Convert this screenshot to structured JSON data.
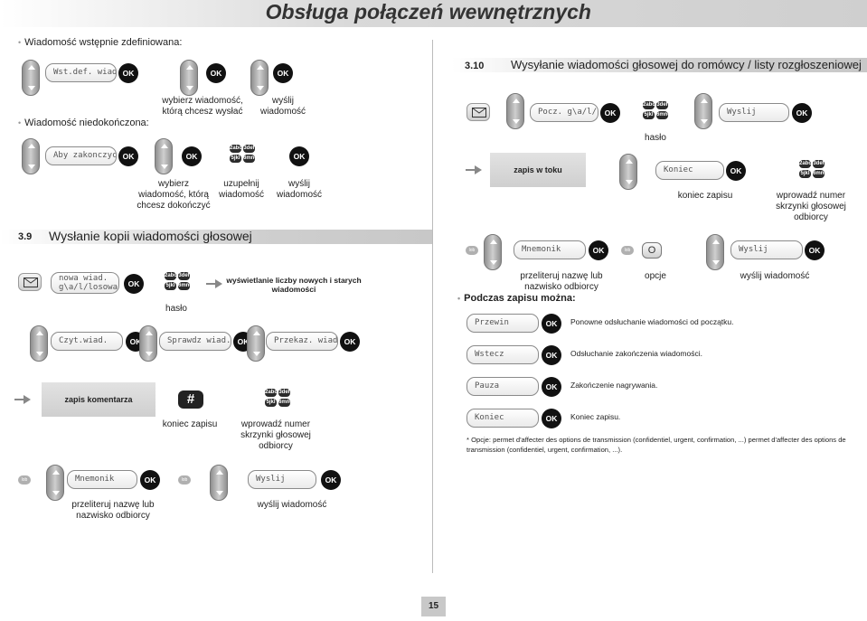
{
  "page_title": "Obsługa połączeń wewnętrznych",
  "left": {
    "predefined": {
      "heading": "Wiadomość wstępnie zdefiniowana:",
      "display": "Wst.def. wiad.",
      "caption_select": "wybierz wiadomość,\nktórą chcesz wysłać",
      "caption_send": "wyślij\nwiadomość"
    },
    "unfinished": {
      "heading": "Wiadomość niedokończona:",
      "display": "Aby zakonczyc",
      "caption_select": "wybierz\nwiadomość, którą\nchcesz dokończyć",
      "caption_complete": "uzupełnij\nwiadomość",
      "caption_send": "wyślij\nwiadomość"
    },
    "section_39": {
      "number": "3.9",
      "title": "Wysłanie kopii wiadomości głosowej",
      "display_1": "nowa wiad.",
      "display_2": "g\\a/l/losowa",
      "caption_password": "hasło",
      "bar_text": "wyświetlanie liczby nowych i starych\nwiadomości",
      "display_read": "Czyt.wiad.",
      "display_check": "Sprawdz wiad.",
      "display_forward": "Przekaz. wiad.",
      "bar_comment": "zapis komentarza",
      "caption_end": "koniec zapisu",
      "caption_mailbox": "wprowadź numer\nskrzynki głosowej\nodbiorcy",
      "display_memo": "Mnemonik",
      "display_send": "Wyslij",
      "caption_scroll": "przeliteruj nazwę lub\nnazwisko odbiorcy",
      "caption_send": "wyślij wiadomość"
    }
  },
  "right": {
    "section_310": {
      "number": "3.10",
      "title": "Wysyłanie wiadomości głosowej do romówcy / listy rozgłoszeniowej",
      "display_start": "Pocz. g\\a/l/",
      "display_send": "Wyslij",
      "caption_password": "hasło",
      "bar_recording": "zapis w toku",
      "display_end": "Koniec",
      "caption_end": "koniec zapisu",
      "caption_mailbox": "wprowadź numer\nskrzynki głosowej\nodbiorcy",
      "display_memo": "Mnemonik",
      "o_key": "O",
      "display_send2": "Wyslij",
      "caption_scroll": "przeliteruj nazwę lub\nnazwisko odbiorcy",
      "caption_options": "opcje",
      "caption_send": "wyślij wiadomość",
      "during_heading": "Podczas zapisu można:",
      "options": [
        {
          "display": "Przewin",
          "text": "Ponowne odsłuchanie wiadomości od początku."
        },
        {
          "display": "Wstecz",
          "text": "Odsłuchanie zakończenia wiadomości."
        },
        {
          "display": "Pauza",
          "text": "Zakończenie nagrywania."
        },
        {
          "display": "Koniec",
          "text": "Koniec zapisu."
        }
      ],
      "footnote_1": "* Opcje: permet d'affecter des options de transmission (confidentiel, urgent, confirmation, ...) permet d'affecter des options de",
      "footnote_2": "transmission (confidentiel, urgent, confirmation, ...)."
    }
  },
  "common": {
    "ok": "OK",
    "hash": "#",
    "lob": "lob",
    "keys": [
      "2abc",
      "3def",
      "5jkl",
      "6mno"
    ]
  },
  "page_number": "15"
}
